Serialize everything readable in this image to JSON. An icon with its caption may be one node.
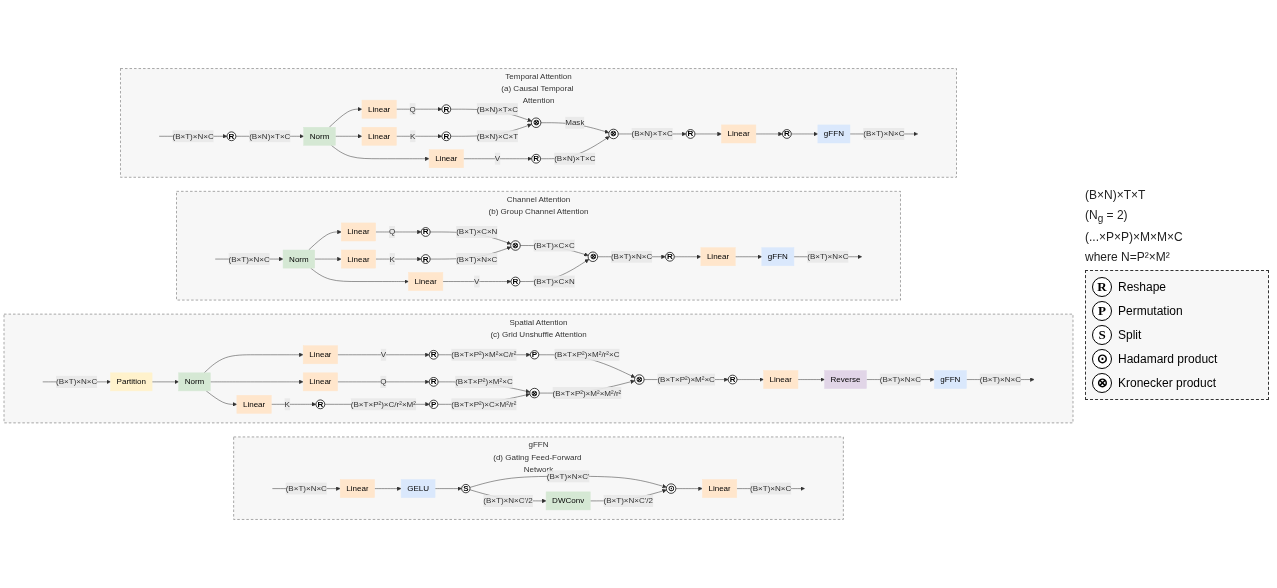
{
  "diagram": {
    "nodes": [
      {
        "text": [
          "Temporal Attention",
          "(a) Causal Temporal Attention"
        ]
      },
      {
        "text": [
          "R"
        ],
        "in": 0
      },
      {
        "text": [
          "Norm"
        ],
        "in": 0
      },
      {
        "text": [
          "Linear"
        ],
        "in": 0
      },
      {
        "text": [
          "Linear"
        ],
        "in": 0
      },
      {
        "text": [
          "Linear"
        ],
        "in": 0
      },
      {
        "text": [
          "R"
        ],
        "in": 0
      },
      {
        "text": [
          "R"
        ],
        "in": 0
      },
      {
        "text": [
          "R"
        ],
        "in": 0
      },
      {
        "text": [
          "⊗"
        ],
        "in": 0
      },
      {
        "text": [
          "⊗"
        ],
        "in": 0
      },
      {
        "text": [
          "R"
        ],
        "in": 0
      },
      {
        "text": [
          "Linear"
        ],
        "in": 0
      },
      {
        "text": [
          "R"
        ],
        "in": 0
      },
      {
        "text": [
          "gFFN"
        ],
        "in": 0
      },
      {
        "text": [
          "Channel Attention",
          "(b) Group Channel Attention"
        ]
      },
      {
        "text": [
          "Norm"
        ],
        "in": 15
      },
      {
        "text": [
          "Linear"
        ],
        "in": 15
      },
      {
        "text": [
          "Linear"
        ],
        "in": 15
      },
      {
        "text": [
          "Linear"
        ],
        "in": 15
      },
      {
        "text": [
          "R"
        ],
        "in": 15
      },
      {
        "text": [
          "R"
        ],
        "in": 15
      },
      {
        "text": [
          "R"
        ],
        "in": 15
      },
      {
        "text": [
          "⊗"
        ],
        "in": 15
      },
      {
        "text": [
          "⊗"
        ],
        "in": 15
      },
      {
        "text": [
          "R"
        ],
        "in": 15
      },
      {
        "text": [
          "Linear"
        ],
        "in": 15
      },
      {
        "text": [
          "gFFN"
        ],
        "in": 15
      },
      {
        "text": [
          "Spatial Attention",
          "(c) Grid Unshuffle Attention"
        ]
      },
      {
        "text": [
          "Partition"
        ],
        "in": 28
      },
      {
        "text": [
          "Norm"
        ],
        "in": 28
      },
      {
        "text": [
          "Linear"
        ],
        "in": 28
      },
      {
        "text": [
          "Linear"
        ],
        "in": 28
      },
      {
        "text": [
          "Linear"
        ],
        "in": 28
      },
      {
        "text": [
          "R"
        ],
        "in": 28
      },
      {
        "text": [
          "R"
        ],
        "in": 28
      },
      {
        "text": [
          "P"
        ],
        "in": 28
      },
      {
        "text": [
          "R"
        ],
        "in": 28
      },
      {
        "text": [
          "P"
        ],
        "in": 28
      },
      {
        "text": [
          "⊗"
        ],
        "in": 28
      },
      {
        "text": [
          "⊗"
        ],
        "in": 28
      },
      {
        "text": [
          "R"
        ],
        "in": 28
      },
      {
        "text": [
          "Linear"
        ],
        "in": 28
      },
      {
        "text": [
          "Reverse"
        ],
        "in": 28
      },
      {
        "text": [
          "gFFN"
        ],
        "in": 28
      },
      {
        "text": [
          "gFFN",
          "(d) Gating Feed-Forward Network"
        ]
      },
      {
        "text": [
          "Linear"
        ],
        "in": 45
      },
      {
        "text": [
          "GELU"
        ],
        "in": 45
      },
      {
        "text": [
          "S"
        ],
        "in": 45
      },
      {
        "text": [
          "DWConv"
        ],
        "in": 45
      },
      {
        "text": [
          "⊙"
        ],
        "in": 45
      },
      {
        "text": [
          "Linear"
        ],
        "in": 45
      }
    ],
    "edges": [
      {
        "from": null,
        "to": 1,
        "arrow": "to",
        "label": "(B×T)×N×C"
      },
      {
        "from": 1,
        "to": 2,
        "arrow": "to",
        "label": "(B×N)×T×C"
      },
      {
        "from": 2,
        "to": 3,
        "arrow": "to"
      },
      {
        "from": 2,
        "to": 4,
        "arrow": "to"
      },
      {
        "from": 2,
        "to": 5,
        "arrow": "to"
      },
      {
        "from": 3,
        "to": 6,
        "arrow": "to",
        "label": "Q"
      },
      {
        "from": 4,
        "to": 7,
        "arrow": "to",
        "label": "K"
      },
      {
        "from": 5,
        "to": 8,
        "arrow": "to",
        "label": "V"
      },
      {
        "from": 6,
        "to": 9,
        "arrow": "to",
        "label": "(B×N)×T×C"
      },
      {
        "from": 7,
        "to": 9,
        "arrow": "to",
        "label": "(B×N)×C×T"
      },
      {
        "from": 9,
        "to": 10,
        "arrow": "to",
        "label": "Mask"
      },
      {
        "from": 8,
        "to": 10,
        "arrow": "to",
        "label": "(B×N)×T×C"
      },
      {
        "from": 10,
        "to": 11,
        "arrow": "to",
        "label": "(B×N)×T×C"
      },
      {
        "from": 11,
        "to": 12,
        "arrow": "to"
      },
      {
        "from": 12,
        "to": 13,
        "arrow": "to"
      },
      {
        "from": 13,
        "to": 14,
        "arrow": "to"
      },
      {
        "from": 14,
        "to": null,
        "arrow": "to",
        "label": "(B×T)×N×C"
      },
      {
        "from": null,
        "to": 16,
        "arrow": "to",
        "label": "(B×T)×N×C"
      },
      {
        "from": 16,
        "to": 17,
        "arrow": "to"
      },
      {
        "from": 16,
        "to": 18,
        "arrow": "to"
      },
      {
        "from": 16,
        "to": 19,
        "arrow": "to"
      },
      {
        "from": 17,
        "to": 20,
        "arrow": "to",
        "label": "Q"
      },
      {
        "from": 18,
        "to": 21,
        "arrow": "to",
        "label": "K"
      },
      {
        "from": 19,
        "to": 22,
        "arrow": "to",
        "label": "V"
      },
      {
        "from": 20,
        "to": 23,
        "arrow": "to",
        "label": "(B×T)×C×N"
      },
      {
        "from": 21,
        "to": 23,
        "arrow": "to",
        "label": "(B×T)×N×C"
      },
      {
        "from": 23,
        "to": 24,
        "arrow": "to",
        "label": "(B×T)×C×C"
      },
      {
        "from": 22,
        "to": 24,
        "arrow": "to",
        "label": "(B×T)×C×N"
      },
      {
        "from": 24,
        "to": 25,
        "arrow": "to",
        "label": "(B×T)×N×C"
      },
      {
        "from": 25,
        "to": 26,
        "arrow": "to"
      },
      {
        "from": 26,
        "to": 27,
        "arrow": "to"
      },
      {
        "from": 27,
        "to": null,
        "arrow": "to",
        "label": "(B×T)×N×C"
      },
      {
        "from": null,
        "to": 29,
        "arrow": "to",
        "label": "(B×T)×N×C"
      },
      {
        "from": 29,
        "to": 30,
        "arrow": "to"
      },
      {
        "from": 30,
        "to": 31,
        "arrow": "to"
      },
      {
        "from": 30,
        "to": 32,
        "arrow": "to"
      },
      {
        "from": 30,
        "to": 33,
        "arrow": "to"
      },
      {
        "from": 31,
        "to": 34,
        "arrow": "to",
        "label": "Q"
      },
      {
        "from": 32,
        "to": 35,
        "arrow": "to",
        "label": "K"
      },
      {
        "from": 33,
        "to": 37,
        "arrow": "to",
        "label": "V"
      },
      {
        "from": 34,
        "to": 39,
        "arrow": "to",
        "label": "(B×T×P²)×M²×C"
      },
      {
        "from": 35,
        "to": 36,
        "arrow": "to",
        "label": "(B×T×P²)×C/r²×M²"
      },
      {
        "from": 36,
        "to": 39,
        "arrow": "to",
        "label": "(B×T×P²)×C×M²/r²"
      },
      {
        "from": 37,
        "to": 38,
        "arrow": "to",
        "label": "(B×T×P²)×M²×C/r²"
      },
      {
        "from": 38,
        "to": 40,
        "arrow": "to",
        "label": "(B×T×P²)×M²/r²×C"
      },
      {
        "from": 39,
        "to": 40,
        "arrow": "to",
        "label": "(B×T×P²)×M²×M²/r²"
      },
      {
        "from": 40,
        "to": 41,
        "arrow": "to",
        "label": "(B×T×P²)×M²×C"
      },
      {
        "from": 41,
        "to": 42,
        "arrow": "to"
      },
      {
        "from": 42,
        "to": 43,
        "arrow": "to"
      },
      {
        "from": 43,
        "to": 44,
        "arrow": "to",
        "label": "(B×T)×N×C"
      },
      {
        "from": 44,
        "to": null,
        "arrow": "to",
        "label": "(B×T)×N×C"
      },
      {
        "from": null,
        "to": 46,
        "arrow": "to",
        "label": "(B×T)×N×C"
      },
      {
        "from": 46,
        "to": 47,
        "arrow": "to"
      },
      {
        "from": 47,
        "to": 48,
        "arrow": "to"
      },
      {
        "from": 48,
        "to": 49,
        "arrow": "to",
        "label": "(B×T)×N×C'/2"
      },
      {
        "from": 48,
        "to": 50,
        "arrow": "to",
        "label": "(B×T)×N×C'"
      },
      {
        "from": 49,
        "to": 50,
        "arrow": "to",
        "label": "(B×T)×N×C'/2"
      },
      {
        "from": 50,
        "to": 51,
        "arrow": "to"
      },
      {
        "from": 51,
        "to": null,
        "arrow": "to",
        "label": "(B×T)×N×C"
      }
    ],
    "labels": [
      "(B×N)×T×T",
      "(N$_{g}$ = 2)",
      "(...×P×P)×M×M×C",
      "where N=P²×M²",
      "R",
      "P",
      "S",
      "⊙",
      "⊗"
    ],
    "legend": [
      {
        "text": "Reshape"
      },
      {
        "text": "Permutation"
      },
      {
        "text": "Split"
      },
      {
        "text": "Hadamard product"
      },
      {
        "text": "Kronecker product"
      }
    ]
  }
}
